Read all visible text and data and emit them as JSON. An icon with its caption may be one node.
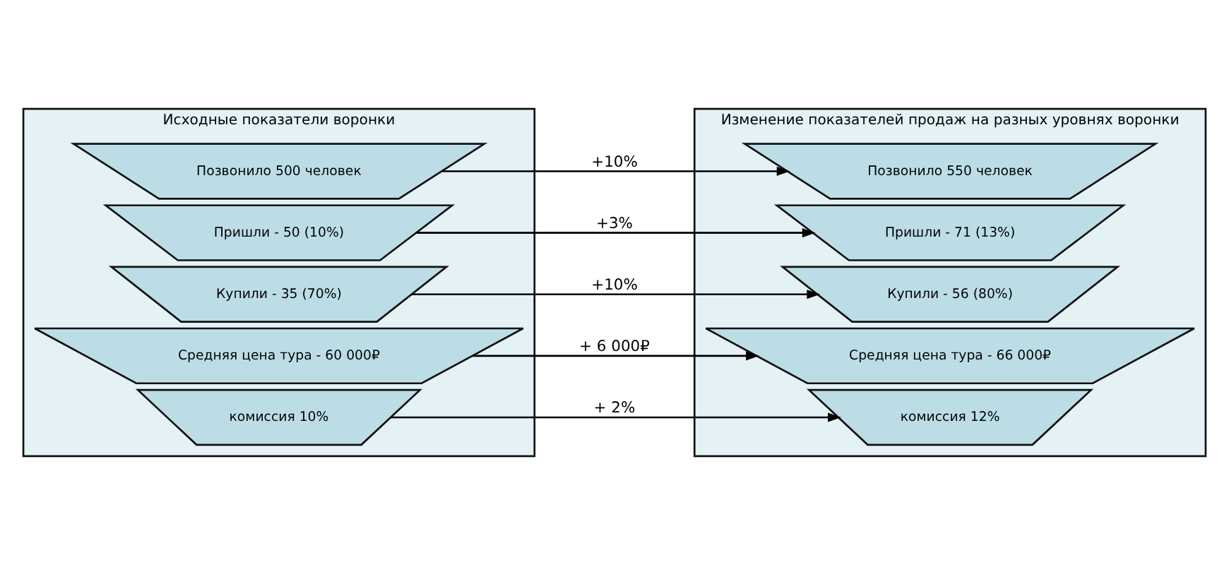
{
  "diagram": {
    "nodes": [
      {
        "text": [
          "Исходные показатели воронки"
        ]
      },
      {
        "text": [
          "Позвонило 500 человек"
        ],
        "in": 0
      },
      {
        "text": [
          "Пришли - 50 (10%)"
        ],
        "in": 0
      },
      {
        "text": [
          "Купили - 35 (70%)"
        ],
        "in": 0
      },
      {
        "text": [
          "Средняя цена тура - 60 000₽"
        ],
        "in": 0
      },
      {
        "text": [
          "комиссия 10%"
        ],
        "in": 0
      },
      {
        "text": [
          "Изменение показателей продаж на разных уровнях воронки"
        ]
      },
      {
        "text": [
          "Позвонило 550 человек"
        ],
        "in": 6
      },
      {
        "text": [
          "Пришли - 71 (13%)"
        ],
        "in": 6
      },
      {
        "text": [
          "Купили - 56 (80%)"
        ],
        "in": 6
      },
      {
        "text": [
          "Средняя цена тура - 66 000₽"
        ],
        "in": 6
      },
      {
        "text": [
          "комиссия 12%"
        ],
        "in": 6
      }
    ],
    "edges": [
      {
        "from": 1,
        "to": 7,
        "arrow": "to",
        "label": "+10%"
      },
      {
        "from": 2,
        "to": 8,
        "arrow": "to",
        "label": "+3%"
      },
      {
        "from": 3,
        "to": 9,
        "arrow": "to",
        "label": "+10%"
      },
      {
        "from": 4,
        "to": 10,
        "arrow": "to",
        "label": "+ 6 000₽"
      },
      {
        "from": 5,
        "to": 11,
        "arrow": "to",
        "label": "+ 2%"
      }
    ]
  }
}
